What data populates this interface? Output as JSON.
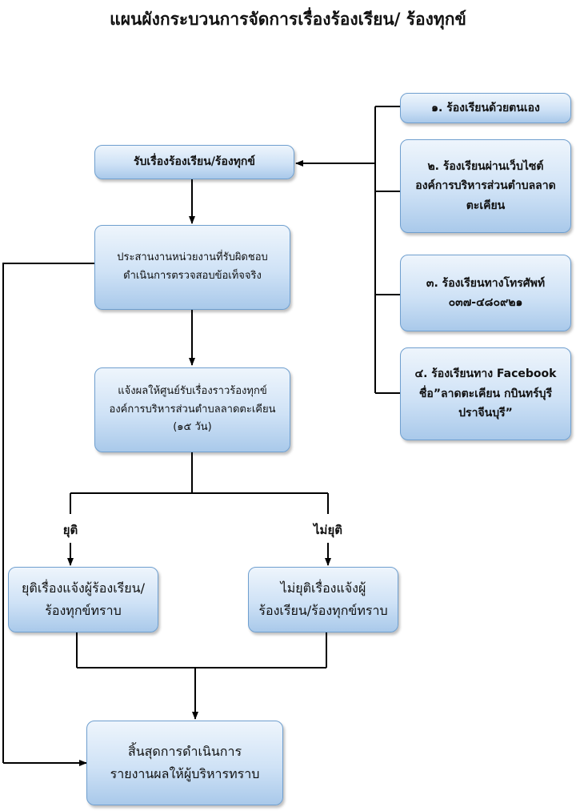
{
  "title": "แผนผังกระบวนการจัดการเรื่องร้องเรียน/ ร้องทุกข์",
  "receive": "รับเรื่องร้องเรียน/ร้องทุกข์",
  "coordinate": {
    "l1": "ประสานงานหน่วยงานที่รับผิดชอบ",
    "l2": "ดำเนินการตรวจสอบข้อเท็จจริง"
  },
  "notify": {
    "l1": "แจ้งผลให้ศูนย์รับเรื่องราวร้องทุกข์",
    "l2": "องค์การบริหารส่วนตำบลลาดตะเคียน",
    "l3": "(๑๕ วัน)"
  },
  "channels": [
    {
      "l1": "๑. ร้องเรียนด้วยตนเอง"
    },
    {
      "l1": "๒. ร้องเรียนผ่านเว็บไซต์",
      "l2": "องค์การบริหารส่วนตำบลลาด",
      "l3": "ตะเคียน"
    },
    {
      "l1": "๓. ร้องเรียนทางโทรศัพท์",
      "l2": "๐๓๗-๔๘๐๙๒๑"
    },
    {
      "l1": "๔. ร้องเรียนทาง Facebook",
      "l2": "ชื่อ”ลาดตะเคียน กบินทร์บุรี",
      "l3": "ปราจีนบุรี”"
    }
  ],
  "branch": {
    "ended": "ยุติ",
    "not_ended": "ไม่ยุติ"
  },
  "ended_box": {
    "l1": "ยุติเรื่องแจ้งผู้ร้องเรียน/",
    "l2": "ร้องทุกข์ทราบ"
  },
  "not_ended_box": {
    "l1": "ไม่ยุติเรื่องแจ้งผู้",
    "l2": "ร้องเรียน/ร้องทุกข์ทราบ"
  },
  "final": {
    "l1": "สิ้นสุดการดำเนินการ",
    "l2": "รายงานผลให้ผู้บริหารทราบ"
  }
}
